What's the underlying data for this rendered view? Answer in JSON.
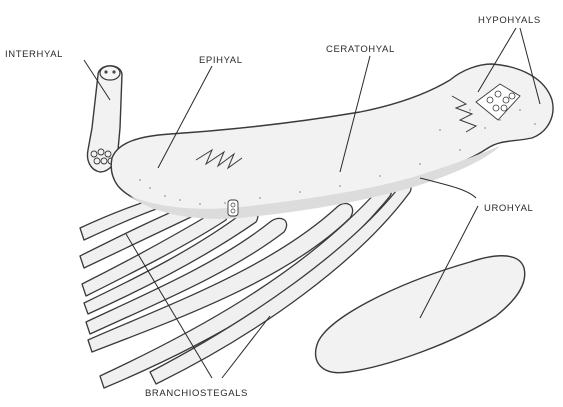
{
  "labels": {
    "interhyal": "INTERHYAL",
    "epihyal": "EPIHYAL",
    "ceratohyal": "CERATOHYAL",
    "hypohyals": "HYPOHYALS",
    "urohyal": "UROHYAL",
    "branchiostegals": "BRANCHIOSTEGALS"
  },
  "colors": {
    "outline": "#3a3a3a",
    "bone_fill": "#f2f2f2",
    "shade": "#dcdcdc",
    "background": "#ffffff"
  }
}
